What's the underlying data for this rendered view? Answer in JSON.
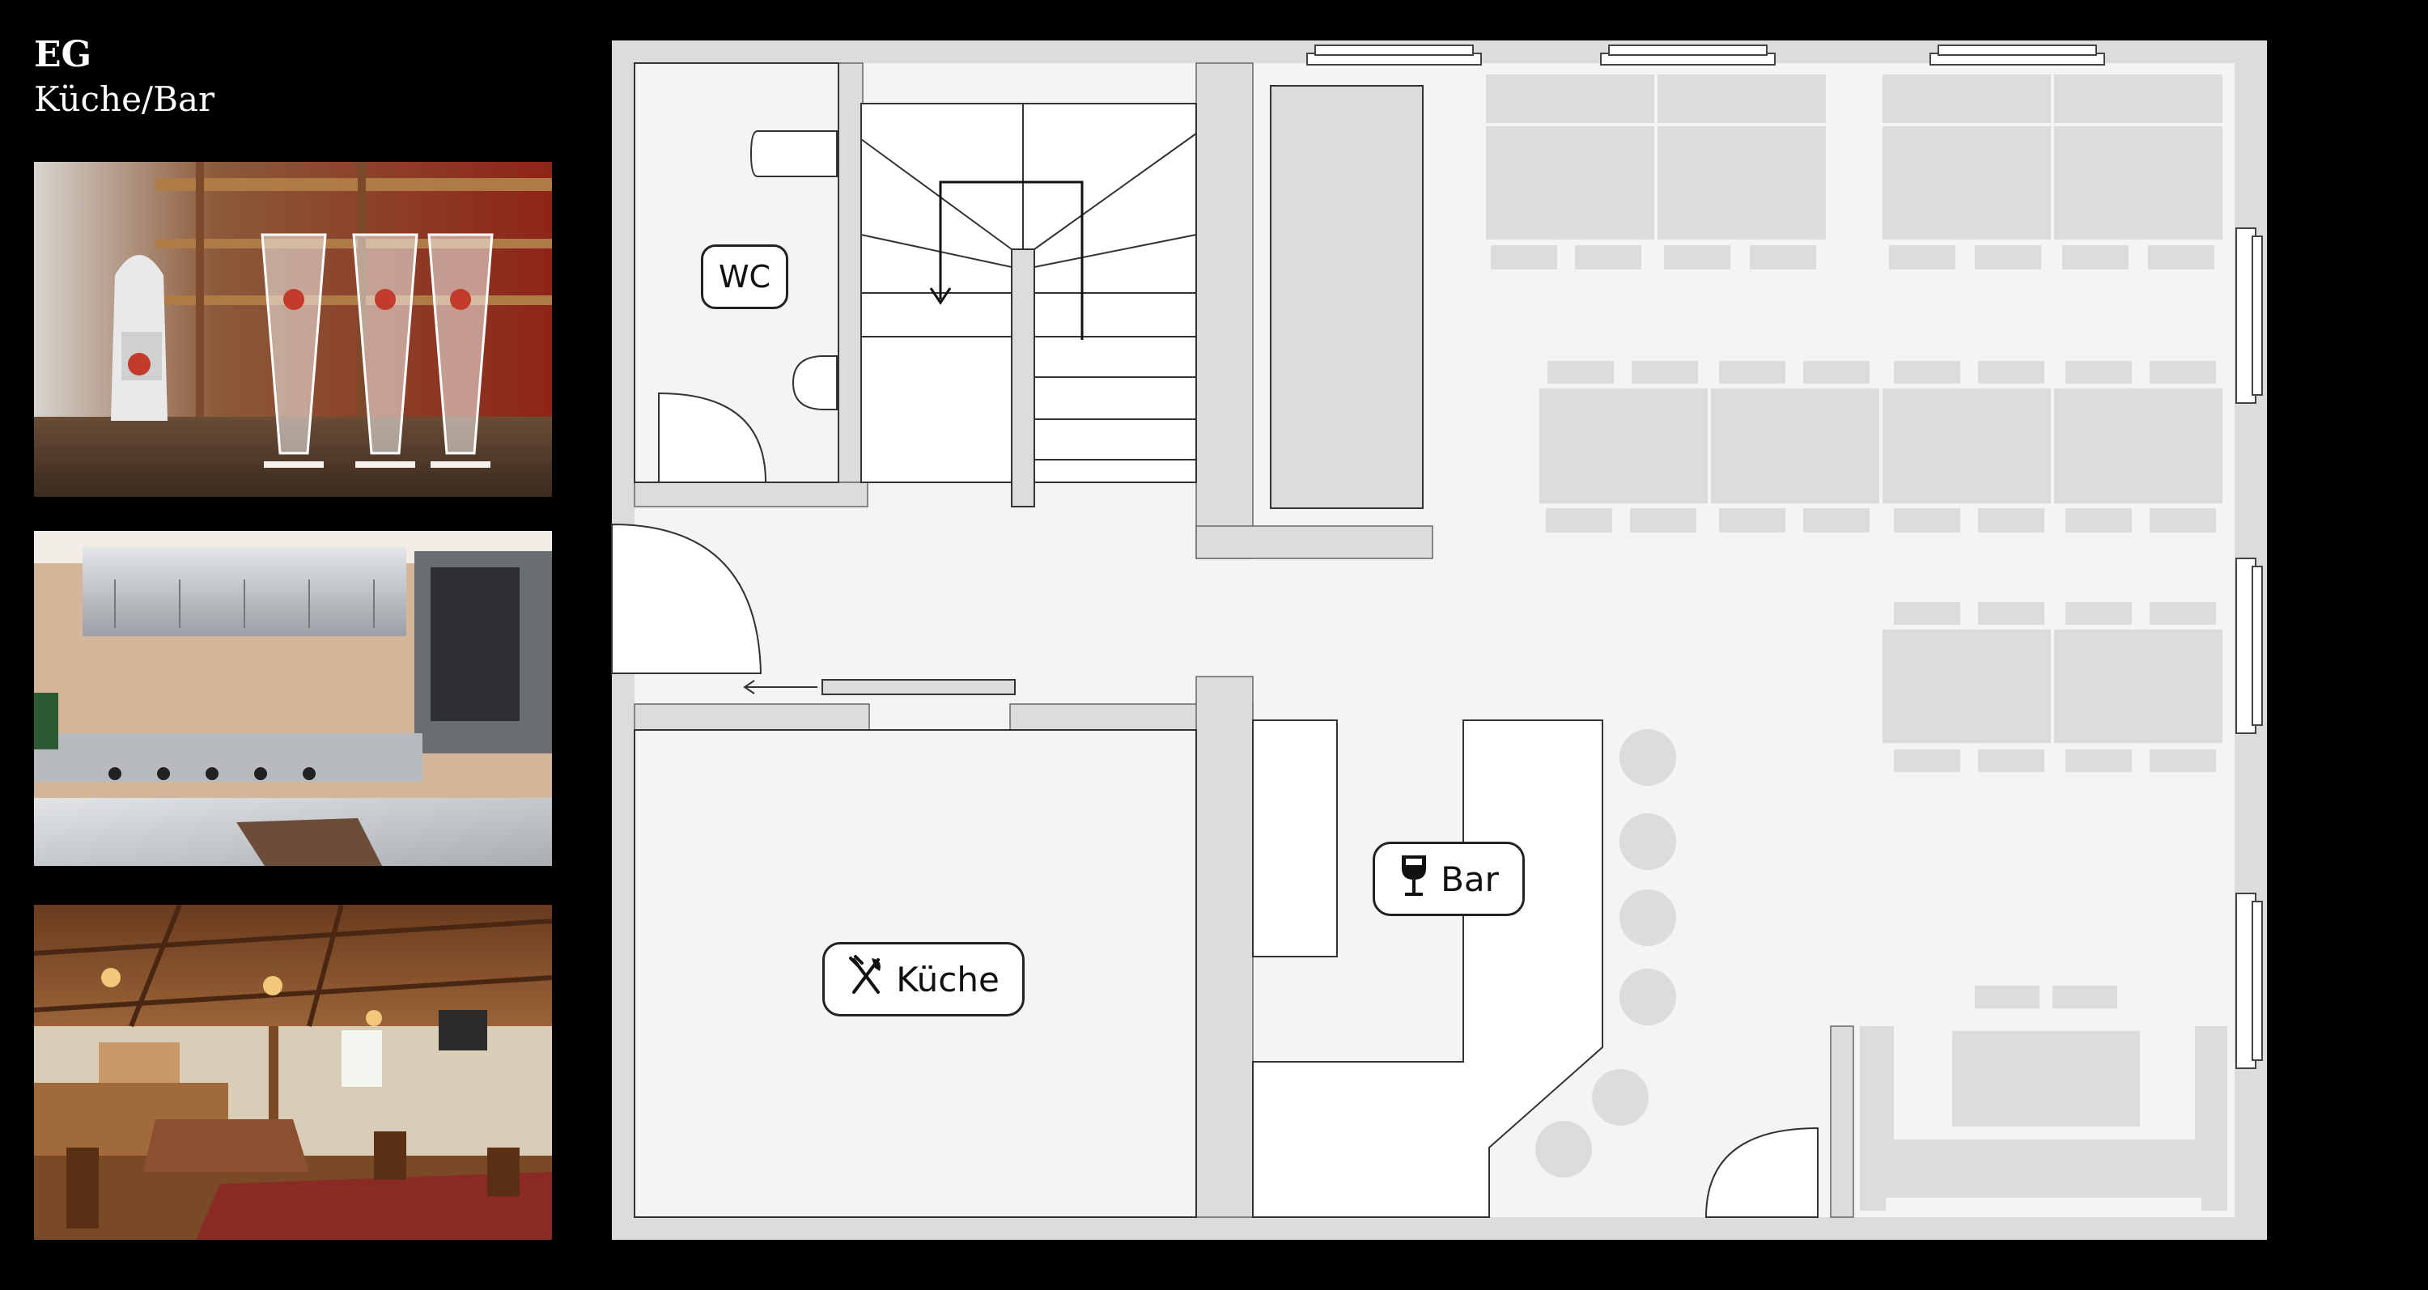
{
  "floor": {
    "level": "EG",
    "subtitle": "Küche/Bar"
  },
  "photos": [
    {
      "name": "bar-glasses-photo",
      "subject": "beer glasses and tap on bar counter"
    },
    {
      "name": "kitchen-photo",
      "subject": "stainless steel kitchen"
    },
    {
      "name": "dining-room-photo",
      "subject": "wood-panelled dining room"
    }
  ],
  "rooms": {
    "wc": {
      "label": "WC"
    },
    "kueche": {
      "label": "Küche",
      "icon": "fork-knife-icon"
    },
    "bar": {
      "label": "Bar",
      "icon": "wine-glass-icon"
    }
  },
  "colors": {
    "background": "#000000",
    "floor": "#f4f4f4",
    "wall": "#dcdcdc",
    "furniture": "#dedede",
    "line": "#222222"
  }
}
